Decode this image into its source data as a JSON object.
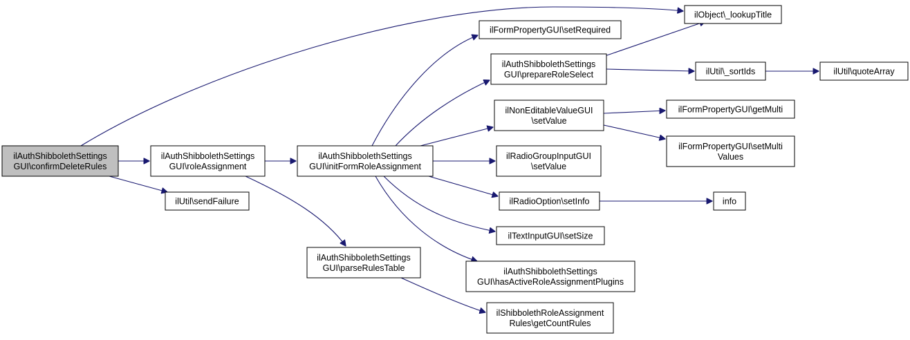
{
  "diagram": {
    "type": "call-graph",
    "nodes": [
      {
        "id": "confirmDeleteRules",
        "lines": [
          "ilAuthShibbolethSettings",
          "GUI\\confirmDeleteRules"
        ],
        "highlighted": true
      },
      {
        "id": "roleAssignment",
        "lines": [
          "ilAuthShibbolethSettings",
          "GUI\\roleAssignment"
        ]
      },
      {
        "id": "sendFailure",
        "lines": [
          "ilUtil\\sendFailure"
        ]
      },
      {
        "id": "initFormRoleAssignment",
        "lines": [
          "ilAuthShibbolethSettings",
          "GUI\\initFormRoleAssignment"
        ]
      },
      {
        "id": "parseRulesTable",
        "lines": [
          "ilAuthShibbolethSettings",
          "GUI\\parseRulesTable"
        ]
      },
      {
        "id": "setRequired",
        "lines": [
          "ilFormPropertyGUI\\setRequired"
        ]
      },
      {
        "id": "prepareRoleSelect",
        "lines": [
          "ilAuthShibbolethSettings",
          "GUI\\prepareRoleSelect"
        ]
      },
      {
        "id": "nevSetValue",
        "lines": [
          "ilNonEditableValueGUI",
          "\\setValue"
        ]
      },
      {
        "id": "rgSetValue",
        "lines": [
          "ilRadioGroupInputGUI",
          "\\setValue"
        ]
      },
      {
        "id": "setInfo",
        "lines": [
          "ilRadioOption\\setInfo"
        ]
      },
      {
        "id": "setSize",
        "lines": [
          "ilTextInputGUI\\setSize"
        ]
      },
      {
        "id": "hasActive",
        "lines": [
          "ilAuthShibbolethSettings",
          "GUI\\hasActiveRoleAssignmentPlugins"
        ]
      },
      {
        "id": "getCountRules",
        "lines": [
          "ilShibbolethRoleAssignment",
          "Rules\\getCountRules"
        ]
      },
      {
        "id": "lookupTitle",
        "lines": [
          "ilObject\\_lookupTitle"
        ]
      },
      {
        "id": "sortIds",
        "lines": [
          "ilUtil\\_sortIds"
        ]
      },
      {
        "id": "quoteArray",
        "lines": [
          "ilUtil\\quoteArray"
        ]
      },
      {
        "id": "getMulti",
        "lines": [
          "ilFormPropertyGUI\\getMulti"
        ]
      },
      {
        "id": "setMultiValues",
        "lines": [
          "ilFormPropertyGUI\\setMulti",
          "Values"
        ]
      },
      {
        "id": "info",
        "lines": [
          "info"
        ]
      }
    ],
    "edges": [
      {
        "from": "confirmDeleteRules",
        "to": "lookupTitle"
      },
      {
        "from": "confirmDeleteRules",
        "to": "roleAssignment"
      },
      {
        "from": "confirmDeleteRules",
        "to": "sendFailure"
      },
      {
        "from": "roleAssignment",
        "to": "initFormRoleAssignment"
      },
      {
        "from": "roleAssignment",
        "to": "parseRulesTable"
      },
      {
        "from": "initFormRoleAssignment",
        "to": "setRequired"
      },
      {
        "from": "initFormRoleAssignment",
        "to": "prepareRoleSelect"
      },
      {
        "from": "initFormRoleAssignment",
        "to": "nevSetValue"
      },
      {
        "from": "initFormRoleAssignment",
        "to": "rgSetValue"
      },
      {
        "from": "initFormRoleAssignment",
        "to": "setInfo"
      },
      {
        "from": "initFormRoleAssignment",
        "to": "setSize"
      },
      {
        "from": "initFormRoleAssignment",
        "to": "hasActive"
      },
      {
        "from": "parseRulesTable",
        "to": "getCountRules"
      },
      {
        "from": "prepareRoleSelect",
        "to": "lookupTitle"
      },
      {
        "from": "prepareRoleSelect",
        "to": "sortIds"
      },
      {
        "from": "sortIds",
        "to": "quoteArray"
      },
      {
        "from": "nevSetValue",
        "to": "getMulti"
      },
      {
        "from": "nevSetValue",
        "to": "setMultiValues"
      },
      {
        "from": "setInfo",
        "to": "info"
      }
    ],
    "colors": {
      "edge": "#191970",
      "highlight_fill": "#bfbfbf",
      "node_fill": "#ffffff",
      "node_stroke": "#000000"
    }
  }
}
